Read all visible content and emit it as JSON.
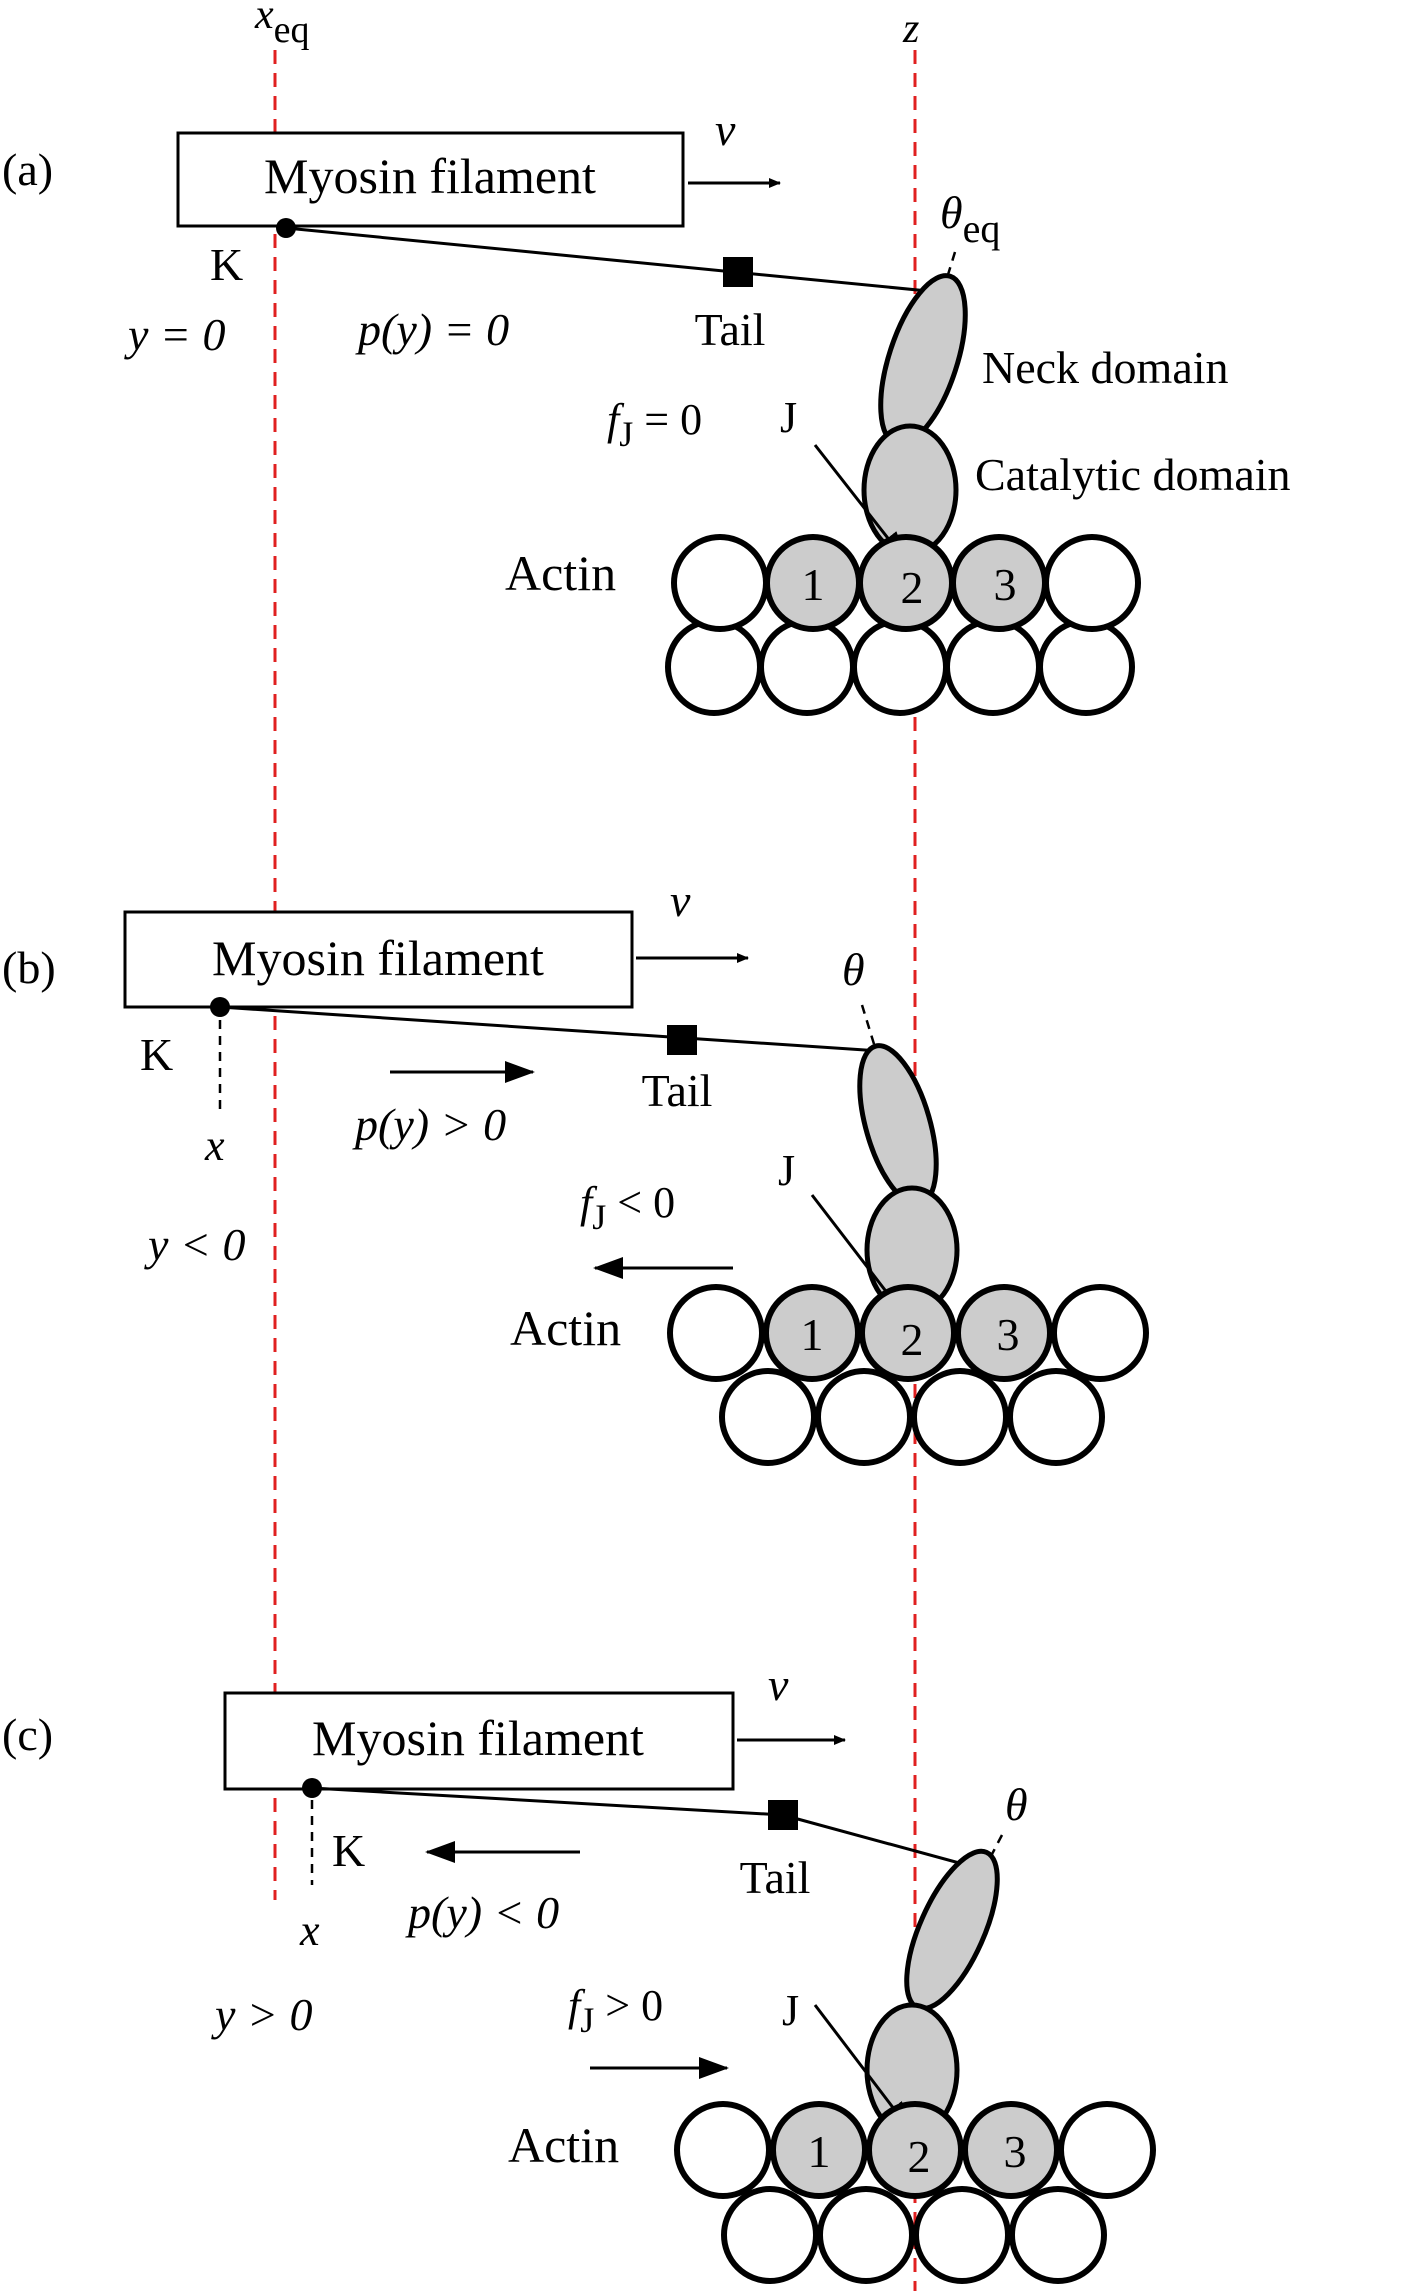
{
  "guides": {
    "left_label_main": "x",
    "left_label_sub": "eq",
    "right_label": "z"
  },
  "common": {
    "filament": "Myosin filament",
    "velocity": "v",
    "anchor": "K",
    "tail": "Tail",
    "joint": "J",
    "actin": "Actin",
    "monomer_1": "1",
    "monomer_2": "2",
    "monomer_3": "3",
    "x_mark": "x"
  },
  "panel_a": {
    "tag": "(a)",
    "theta_main": "θ",
    "theta_sub": "eq",
    "neck": "Neck domain",
    "catalytic": "Catalytic domain",
    "y_cond": "y = 0",
    "p_cond": "p(y) = 0",
    "f_cond": "f",
    "f_sub": "J",
    "f_rel": " = 0"
  },
  "panel_b": {
    "tag": "(b)",
    "theta": "θ",
    "y_cond": "y < 0",
    "p_cond": "p(y) > 0",
    "f_cond": "f",
    "f_sub": "J",
    "f_rel": " < 0"
  },
  "panel_c": {
    "tag": "(c)",
    "theta": "θ",
    "y_cond": "y > 0",
    "p_cond": "p(y) < 0",
    "f_cond": "f",
    "f_sub": "J",
    "f_rel": " > 0"
  }
}
